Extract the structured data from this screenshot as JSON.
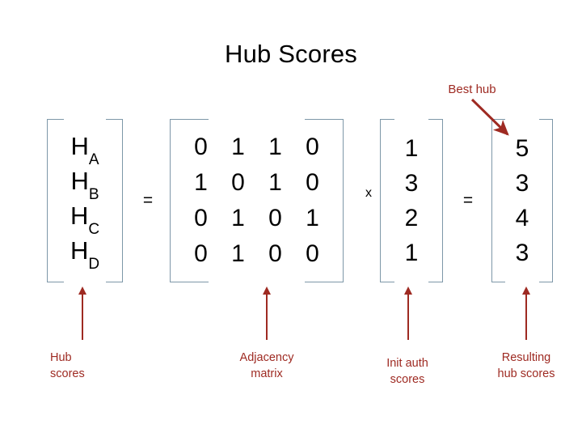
{
  "slide": {
    "title": "Hub Scores",
    "bracket_color": "#7d97a8",
    "annotation_color": "#9e2a22",
    "text_color": "#000000",
    "background": "#ffffff"
  },
  "hub_vector": {
    "name": "hub-scores-vector",
    "entries": [
      {
        "base": "H",
        "sub": "A"
      },
      {
        "base": "H",
        "sub": "B"
      },
      {
        "base": "H",
        "sub": "C"
      },
      {
        "base": "H",
        "sub": "D"
      }
    ]
  },
  "operators": {
    "equals_1": "=",
    "times": "x",
    "equals_2": "="
  },
  "adjacency_matrix": {
    "name": "adjacency-matrix",
    "rows": [
      [
        "0",
        "1",
        "1",
        "0"
      ],
      [
        "1",
        "0",
        "1",
        "0"
      ],
      [
        "0",
        "1",
        "0",
        "1"
      ],
      [
        "0",
        "1",
        "0",
        "0"
      ]
    ]
  },
  "init_auth_vector": {
    "name": "init-auth-scores-vector",
    "values": [
      "1",
      "3",
      "2",
      "1"
    ]
  },
  "result_vector": {
    "name": "resulting-hub-scores-vector",
    "values": [
      "5",
      "3",
      "4",
      "3"
    ]
  },
  "captions": {
    "hub_scores": "Hub\nscores",
    "hub_scores_line1": "Hub",
    "hub_scores_line2": "scores",
    "adjacency_line1": "Adjacency",
    "adjacency_line2": "matrix",
    "init_auth_line1": "Init auth",
    "init_auth_line2": "scores",
    "resulting_line1": "Resulting",
    "resulting_line2": "hub scores",
    "best_hub": "Best hub"
  }
}
